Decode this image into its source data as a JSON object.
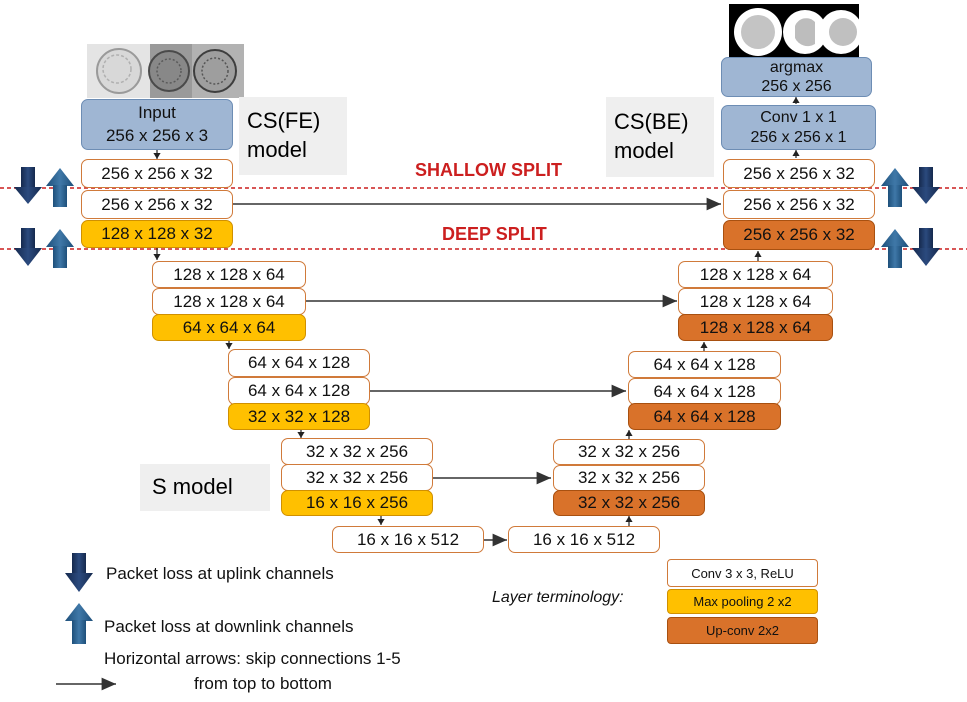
{
  "encoder": {
    "input": {
      "line1": "Input",
      "line2": "256 x 256 x 3"
    },
    "level1": [
      "256 x 256 x 32",
      "256 x 256 x 32",
      "128 x 128 x 32"
    ],
    "level2": [
      "128 x 128 x 64",
      "128 x 128 x 64",
      "64 x 64 x 64"
    ],
    "level3": [
      "64 x 64 x 128",
      "64 x 64 x 128",
      "32 x 32 x 128"
    ],
    "level4": [
      "32 x 32 x 256",
      "32 x 32 x 256",
      "16 x 16 x 256"
    ]
  },
  "bottleneck": [
    "16 x 16 x 512",
    "16 x 16 x 512"
  ],
  "decoder": {
    "level1": [
      "256 x 256 x 32",
      "256 x 256 x 32",
      "256 x 256 x 32"
    ],
    "level2": [
      "128 x 128 x 64",
      "128 x 128 x 64",
      "128 x 128 x 64"
    ],
    "level3": [
      "64 x 64 x 128",
      "64 x 64 x 128",
      "64 x 64 x 128"
    ],
    "level4": [
      "32 x 32 x 256",
      "32 x 32 x 256",
      "32 x 32 x 256"
    ],
    "conv": {
      "line1": "Conv 1 x 1",
      "line2": "256 x 256 x 1"
    },
    "argmax": {
      "line1": "argmax",
      "line2": "256 x 256"
    }
  },
  "models": {
    "fe": {
      "line1": "CS(FE)",
      "line2": "model"
    },
    "be": {
      "line1": "CS(BE)",
      "line2": "model"
    },
    "s": "S model"
  },
  "splits": {
    "shallow": "SHALLOW SPLIT",
    "deep": "DEEP SPLIT"
  },
  "legend": {
    "uplink": "Packet loss at uplink channels",
    "downlink": "Packet loss at downlink channels",
    "skip1": "Horizontal arrows: skip connections 1-5",
    "skip2": "from top to bottom",
    "terminology": "Layer terminology:",
    "conv": "Conv 3 x 3, ReLU",
    "pool": "Max pooling 2 x2",
    "upconv": "Up-conv 2x2"
  },
  "colors": {
    "conv_border": "#d07a3a",
    "pool_fill": "#ffc000",
    "upconv_fill": "#d9722a",
    "io_fill": "#9fb6d3",
    "split_red": "#cc1f1f",
    "uplink_arrow": "#1f3864",
    "downlink_arrow": "#2e5f8a"
  }
}
